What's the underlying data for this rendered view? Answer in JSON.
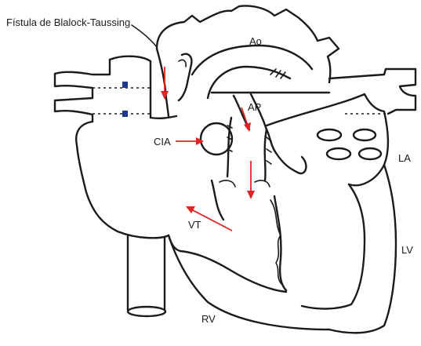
{
  "labels": {
    "shunt": "Fístula de Blalock-Taussing",
    "ao": "Ao",
    "ap": "AP",
    "cia": "CIA",
    "la": "LA",
    "vt": "VT",
    "lv": "LV",
    "rv": "RV"
  },
  "colors": {
    "outline": "#1b1b1b",
    "arrow": "#e02424",
    "stitch": "#1f3a8a"
  }
}
